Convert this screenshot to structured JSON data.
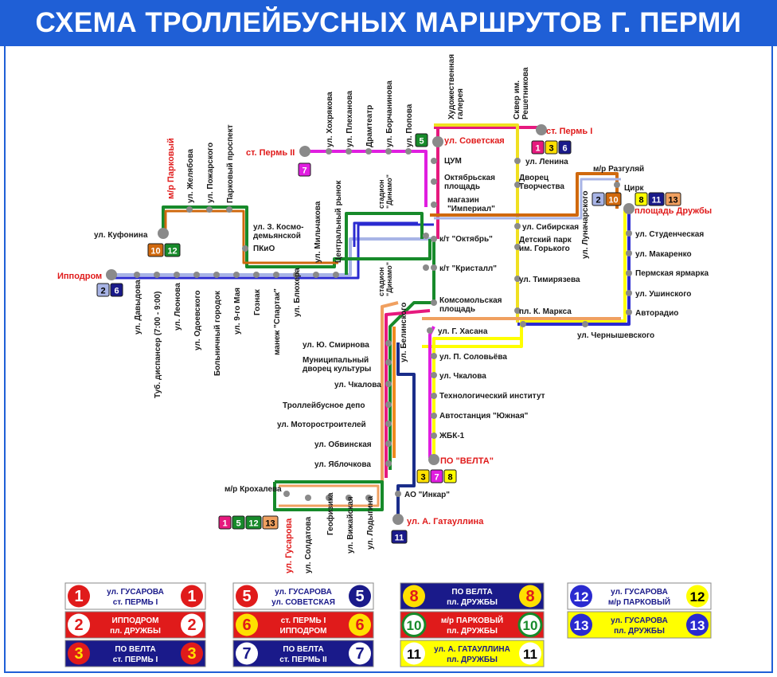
{
  "title": "СХЕМА ТРОЛЛЕЙБУСНЫХ МАРШРУТОВ Г. ПЕРМИ",
  "colors": {
    "header": "#1f5fd6",
    "r1": "#e6197e",
    "r2": "#a8b4e6",
    "r3": "#f0e020",
    "r5": "#178a2a",
    "r6": "#f08a1e",
    "r7": "#e01ee0",
    "r8": "#ffff00",
    "r10": "#d0690e",
    "r11": "#1a2d8a",
    "r12": "#2a2ad0",
    "r13": "#f0a060",
    "terminal": "#e01b1b",
    "stop": "#8a8a8a"
  },
  "terminals": {
    "perm1": "ст. Пермь I",
    "perm2": "ст. Пермь II",
    "parkovy": "м/р Парковый",
    "ippodrom": "Ипподром",
    "druzhby": "площадь Дружбы",
    "velta": "ПО \"ВЕЛТА\"",
    "gataullina": "ул. А. Гатауллина"
  },
  "stops": {
    "kufonina": "ул. Куфонина",
    "zhelyabova": "ул. Желябова",
    "pozharskogo": "ул. Пожарского",
    "parkovy_prospekt": "Парковый проспект",
    "kosmodemyanskoy": "ул. З. Космо-\nдемьянской",
    "pkio": "ПКиО",
    "khokhryakova": "ул. Хохрякова",
    "plekhanova": "ул. Плеханова",
    "dramteatr": "Драмтеатр",
    "borchaninova": "ул. Борчанинова",
    "popova": "ул. Попова",
    "khud_galereya": "Художественная\nгалерея",
    "skver_reshetnikova": "Сквер им.\nРешетникова",
    "sovetskaya": "ул. Советская",
    "tsum": "ЦУМ",
    "oktyabrskaya": "Октябрьская\nплощадь",
    "imperial": "магазин\n\"Империал\"",
    "kt_oktyabr": "к/т \"Октябрь\"",
    "kt_kristall": "к/т \"Кристалл\"",
    "komsomolskaya": "Комсомольская\nплощадь",
    "lenina": "ул. Ленина",
    "dvorets": "Дворец\nТворчества",
    "sibirskaya": "ул. Сибирская",
    "detsky_park": "Детский парк\nим. Горького",
    "timiryazeva": "ул. Тимирязева",
    "k_marksa": "пл. К. Маркса",
    "razgulyai": "м/р Разгуляй",
    "lunacharskogo": "ул. Луначарского",
    "tsirk": "Цирк",
    "studencheskaya": "ул. Студенческая",
    "makarenko": "ул. Макаренко",
    "permskaya_yarmarka": "Пермская ярмарка",
    "ushinskogo": "ул. Ушинского",
    "avtoradio": "Авторадио",
    "chernyshevskogo": "ул. Чернышевского",
    "tsentralny_rynok": "Центральный рынок",
    "stadion_dinamo1": "стадион\n\"Динамо\"",
    "stadion_dinamo2": "стадион\n\"Динамо\"",
    "davydova": "ул. Давыдова",
    "tub_dispanser": "Туб. диспансер (7:00 - 9:00)",
    "leonova": "ул. Леонова",
    "odoevskogo": "ул. Одоевского",
    "bolnichny": "Больничный городок",
    "9_maya": "ул. 9-го Мая",
    "goznak": "Гознак",
    "manezh": "манеж \"Спартак\"",
    "blyukhera": "ул. Блюхера",
    "milchakova": "ул. Мильчакова",
    "smirnova": "ул. Ю. Смирнова",
    "dvorets_kultury": "Муниципальный\nдворец культуры",
    "chkalova_w": "ул. Чкалова",
    "depo": "Троллейбусное депо",
    "motorostroiteley": "ул. Моторостроителей",
    "obvinskaya": "ул. Обвинская",
    "yablochkova": "ул. Яблочкова",
    "krokhaleva": "м/р Крохалева",
    "gusarova": "ул. Гусарова",
    "soldatova": "ул. Солдатова",
    "geofizika": "Геофизика",
    "vizhayskaya": "ул. Вижайская",
    "lodygina": "ул. Лодыгина",
    "belinskogo": "ул. Белинского",
    "khasana": "ул. Г. Хасана",
    "solovyeva": "ул. П. Соловьёва",
    "chkalova_e": "ул. Чкалова",
    "tekhnolog": "Технологический институт",
    "avtostantsiya": "Автостанция \"Южная\"",
    "zhbk": "ЖБК-1",
    "inkar": "АО \"Инкар\""
  },
  "badges": {
    "b1": "1",
    "b2": "2",
    "b3": "3",
    "b5": "5",
    "b6": "6",
    "b7": "7",
    "b8": "8",
    "b10": "10",
    "b11": "11",
    "b12": "12",
    "b13": "13"
  },
  "legend": [
    {
      "num": "1",
      "line1": "ул. ГУСАРОВА",
      "line2": "ст. ПЕРМЬ I",
      "bg": "#ffffff",
      "fg": "#1a1a8a",
      "circle": "#e01b1b",
      "numColor": "#ffffff"
    },
    {
      "num": "2",
      "line1": "ИППОДРОМ",
      "line2": "пл. ДРУЖБЫ",
      "bg": "#e01b1b",
      "fg": "#ffffff",
      "circle": "#ffffff",
      "numColor": "#e01b1b"
    },
    {
      "num": "3",
      "line1": "ПО ВЕЛТА",
      "line2": "ст. ПЕРМЬ I",
      "bg": "#1a1a8a",
      "fg": "#ffffff",
      "circle": "#e01b1b",
      "numColor": "#ffe000"
    },
    {
      "num": "5",
      "line1": "ул. ГУСАРОВА",
      "line2": "ул. СОВЕТСКАЯ",
      "bg": "#ffffff",
      "fg": "#1a1a8a",
      "circle": "#e01b1b",
      "circle2": "#1a1a8a",
      "numColor": "#ffffff"
    },
    {
      "num": "6",
      "line1": "ст. ПЕРМЬ I",
      "line2": "ИППОДРОМ",
      "bg": "#e01b1b",
      "fg": "#ffffff",
      "circle": "#ffe000",
      "numColor": "#e01b1b"
    },
    {
      "num": "7",
      "line1": "ПО ВЕЛТА",
      "line2": "ст. ПЕРМЬ II",
      "bg": "#1a1a8a",
      "fg": "#ffffff",
      "circle": "#ffffff",
      "numColor": "#1a1a8a"
    },
    {
      "num": "8",
      "line1": "ПО ВЕЛТА",
      "line2": "пл. ДРУЖБЫ",
      "bg": "#1a1a8a",
      "fg": "#ffffff",
      "circle": "#ffe000",
      "numColor": "#e01b1b"
    },
    {
      "num": "10",
      "line1": "м/р ПАРКОВЫЙ",
      "line2": "пл. ДРУЖБЫ",
      "bg": "#e01b1b",
      "fg": "#ffffff",
      "circle": "#ffffff",
      "numColor": "#178a2a",
      "ring": "#178a2a"
    },
    {
      "num": "11",
      "line1": "ул. А. ГАТАУЛЛИНА",
      "line2": "пл. ДРУЖБЫ",
      "bg": "#ffff00",
      "fg": "#1a1a8a",
      "circle": "#ffffff",
      "numColor": "#000000"
    },
    {
      "num": "12",
      "line1": "ул. ГУСАРОВА",
      "line2": "м/р ПАРКОВЫЙ",
      "bg": "#ffffff",
      "fg": "#1a1a8a",
      "circle": "#2a2ad0",
      "circle2": "#ffff00",
      "numColor": "#ffffff",
      "numColor2": "#000000"
    },
    {
      "num": "13",
      "line1": "ул. ГУСАРОВА",
      "line2": "пл. ДРУЖБЫ",
      "bg": "#ffff00",
      "fg": "#1a1a8a",
      "circle": "#2a2ad0",
      "numColor": "#ffffff"
    }
  ]
}
